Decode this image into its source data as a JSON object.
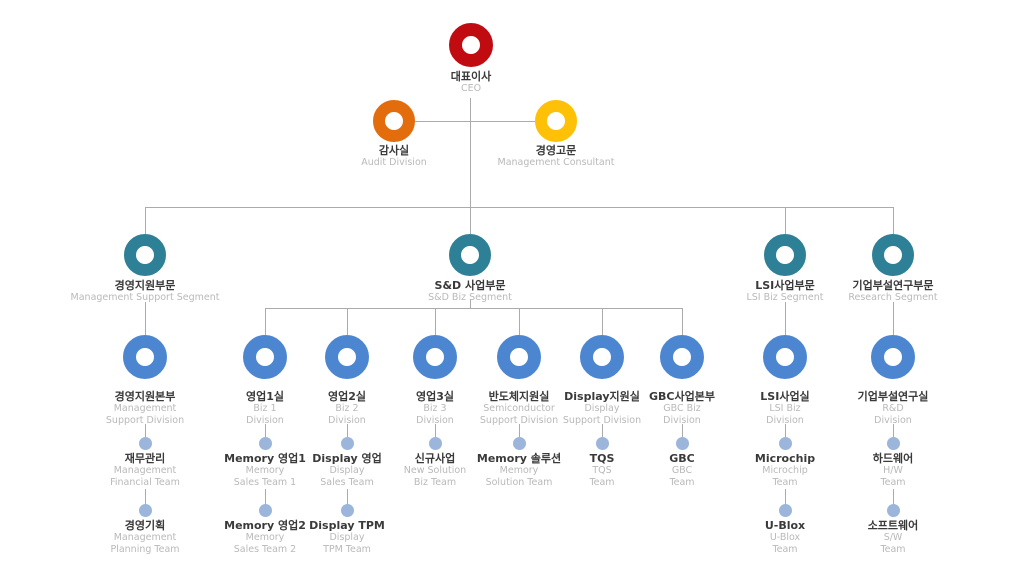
{
  "colors": {
    "ceo_ring": "#c00b10",
    "audit_ring": "#e36d0c",
    "consultant_ring": "#ffc008",
    "segment_ring": "#2e8096",
    "division_ring": "#4c86d0",
    "team_dot": "#9bb5db",
    "connector": "#ababab",
    "title_text": "#3a3a3a",
    "subtitle_text": "#b9b9b9"
  },
  "nodes": {
    "ceo": {
      "title": "대표이사",
      "sub1": "CEO"
    },
    "staff": [
      {
        "title": "감사실",
        "sub1": "Audit Division"
      },
      {
        "title": "경영고문",
        "sub1": "Management Consultant"
      }
    ],
    "segments": [
      {
        "title": "경영지원부문",
        "sub1": "Management Support Segment"
      },
      {
        "title": "S&D 사업부문",
        "sub1": "S&D Biz Segment"
      },
      {
        "title": "LSI사업부문",
        "sub1": "LSI Biz Segment"
      },
      {
        "title": "기업부설연구부문",
        "sub1": "Research Segment"
      }
    ],
    "divisions": [
      {
        "title": "경영지원본부",
        "sub1": "Management",
        "sub2": "Support Division"
      },
      {
        "title": "영업1실",
        "sub1": "Biz 1",
        "sub2": "Division"
      },
      {
        "title": "영업2실",
        "sub1": "Biz 2",
        "sub2": "Division"
      },
      {
        "title": "영업3실",
        "sub1": "Biz 3",
        "sub2": "Division"
      },
      {
        "title": "반도체지원실",
        "sub1": "Semiconductor",
        "sub2": "Support Division"
      },
      {
        "title": "Display지원실",
        "sub1": "Display",
        "sub2": "Support Division"
      },
      {
        "title": "GBC사업본부",
        "sub1": "GBC Biz",
        "sub2": "Division"
      },
      {
        "title": "LSI사업실",
        "sub1": "LSI Biz",
        "sub2": "Division"
      },
      {
        "title": "기업부설연구실",
        "sub1": "R&D",
        "sub2": "Division"
      }
    ],
    "teams_row1": [
      {
        "title": "재무관리",
        "sub1": "Management",
        "sub2": "Financial Team"
      },
      {
        "title": "Memory 영업1",
        "sub1": "Memory",
        "sub2": "Sales Team 1"
      },
      {
        "title": "Display 영업",
        "sub1": "Display",
        "sub2": "Sales Team"
      },
      {
        "title": "신규사업",
        "sub1": "New Solution",
        "sub2": "Biz Team"
      },
      {
        "title": "Memory 솔루션",
        "sub1": "Memory",
        "sub2": "Solution Team"
      },
      {
        "title": "TQS",
        "sub1": "TQS",
        "sub2": "Team"
      },
      {
        "title": "GBC",
        "sub1": "GBC",
        "sub2": "Team"
      },
      {
        "title": "Microchip",
        "sub1": "Microchip",
        "sub2": "Team"
      },
      {
        "title": "하드웨어",
        "sub1": "H/W",
        "sub2": "Team"
      }
    ],
    "teams_row2": [
      {
        "title": "경영기획",
        "sub1": "Management",
        "sub2": "Planning Team"
      },
      {
        "title": "Memory 영업2",
        "sub1": "Memory",
        "sub2": "Sales Team 2"
      },
      {
        "title": "Display TPM",
        "sub1": "Display",
        "sub2": "TPM Team"
      },
      {
        "title": "U-Blox",
        "sub1": "U-Blox",
        "sub2": "Team"
      },
      {
        "title": "소프트웨어",
        "sub1": "S/W",
        "sub2": "Team"
      }
    ]
  }
}
